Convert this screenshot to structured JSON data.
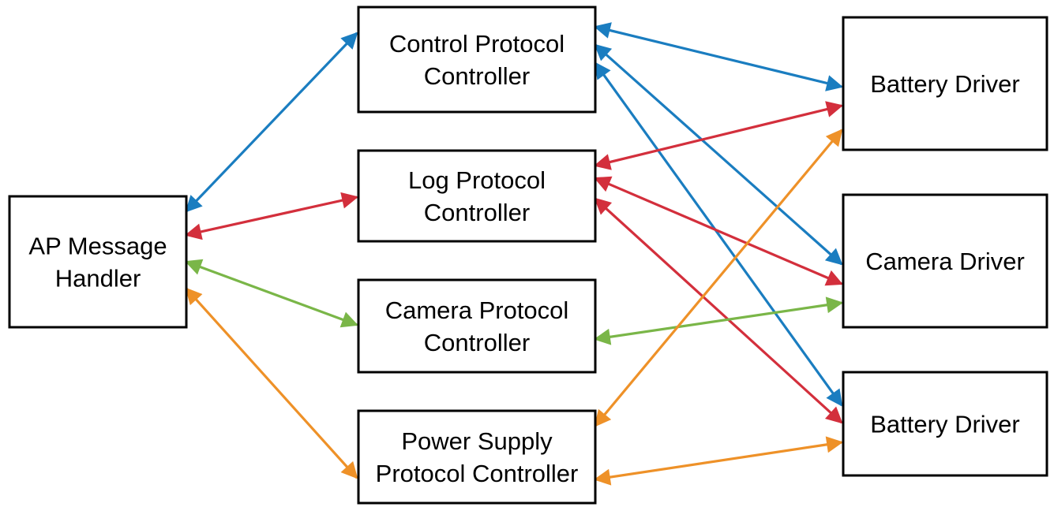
{
  "colors": {
    "blue": "#1a7dc0",
    "red": "#d32f3c",
    "green": "#7ab648",
    "orange": "#ee9128"
  },
  "nodes": {
    "ap": {
      "lines": [
        "AP Message",
        "Handler"
      ]
    },
    "control": {
      "lines": [
        "Control Protocol",
        "Controller"
      ]
    },
    "log": {
      "lines": [
        "Log Protocol",
        "Controller"
      ]
    },
    "camera_pc": {
      "lines": [
        "Camera Protocol",
        "Controller"
      ]
    },
    "power": {
      "lines": [
        "Power Supply",
        "Protocol Controller"
      ]
    },
    "battery_top": {
      "lines": [
        "Battery Driver"
      ]
    },
    "camera_drv": {
      "lines": [
        "Camera Driver"
      ]
    },
    "battery_bottom": {
      "lines": [
        "Battery Driver"
      ]
    }
  },
  "edges": [
    {
      "from": "ap",
      "to": "control",
      "color": "blue",
      "bidirectional": true
    },
    {
      "from": "ap",
      "to": "log",
      "color": "red",
      "bidirectional": true
    },
    {
      "from": "ap",
      "to": "camera_pc",
      "color": "green",
      "bidirectional": true
    },
    {
      "from": "ap",
      "to": "power",
      "color": "orange",
      "bidirectional": true
    },
    {
      "from": "control",
      "to": "battery_top",
      "color": "blue",
      "bidirectional": true
    },
    {
      "from": "control",
      "to": "camera_drv",
      "color": "blue",
      "bidirectional": true
    },
    {
      "from": "control",
      "to": "battery_bottom",
      "color": "blue",
      "bidirectional": true
    },
    {
      "from": "log",
      "to": "battery_top",
      "color": "red",
      "bidirectional": true
    },
    {
      "from": "log",
      "to": "camera_drv",
      "color": "red",
      "bidirectional": true
    },
    {
      "from": "log",
      "to": "battery_bottom",
      "color": "red",
      "bidirectional": true
    },
    {
      "from": "camera_pc",
      "to": "camera_drv",
      "color": "green",
      "bidirectional": true
    },
    {
      "from": "power",
      "to": "battery_top",
      "color": "orange",
      "bidirectional": true
    },
    {
      "from": "power",
      "to": "battery_bottom",
      "color": "orange",
      "bidirectional": true
    }
  ]
}
